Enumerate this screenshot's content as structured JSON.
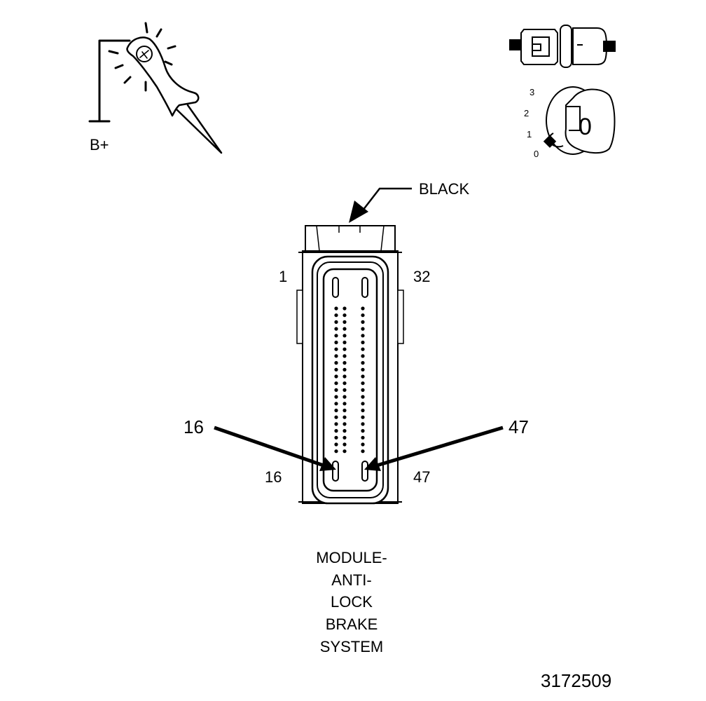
{
  "probe": {
    "supply_label": "B+",
    "icon": "test-light-probe-icon"
  },
  "connector_icon": "disconnected-connector-icon",
  "ignition": {
    "icon": "ignition-key-icon",
    "positions": [
      "3",
      "2",
      "1",
      "0"
    ],
    "key_label": "0"
  },
  "connector": {
    "color_label": "BLACK",
    "pin_first": "1",
    "pin_last": "32",
    "pin_bottom_left": "16",
    "pin_bottom_right": "47",
    "callout_left": "16",
    "callout_right": "47"
  },
  "caption": [
    "MODULE-",
    "ANTI-",
    "LOCK",
    "BRAKE",
    "SYSTEM"
  ],
  "figure_number": "3172509"
}
